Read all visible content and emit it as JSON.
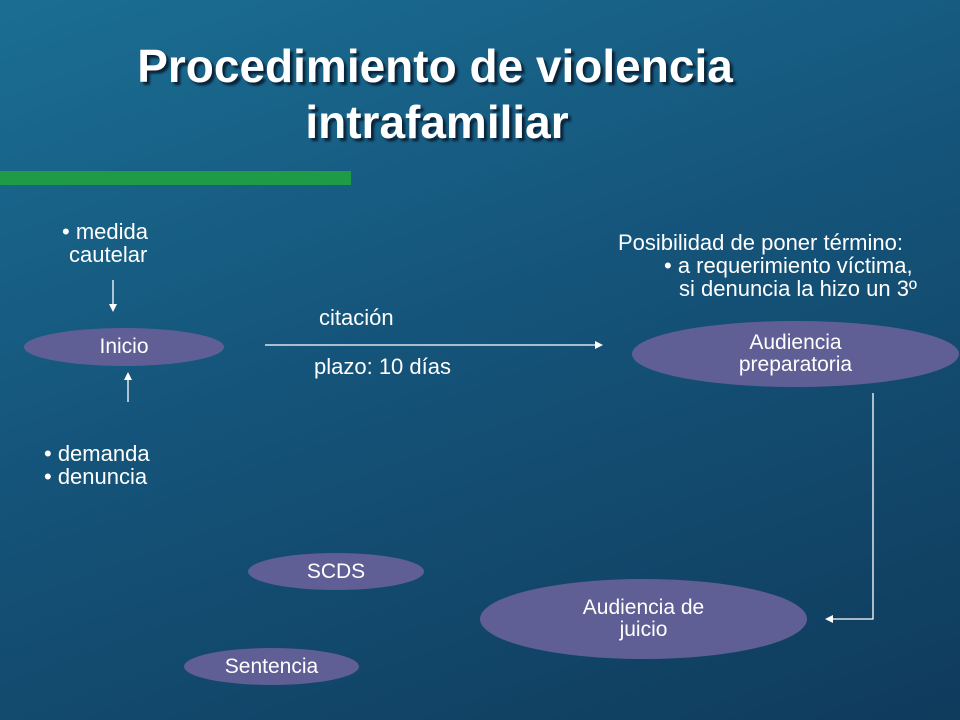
{
  "title": {
    "line1": "Procedimiento de violencia",
    "line2": "intrafamiliar"
  },
  "left_top": {
    "bullet": "• medida",
    "line2": "cautelar"
  },
  "left_bottom": {
    "item1": "• demanda",
    "item2": "• denuncia"
  },
  "arrow_labels": {
    "above": "citación",
    "below": "plazo: 10 días"
  },
  "right_note": {
    "heading": "Posibilidad de poner término:",
    "line1": "• a requerimiento víctima,",
    "line2": "si denuncia la hizo un 3º"
  },
  "nodes": {
    "inicio": "Inicio",
    "audiencia_preparatoria_1": "Audiencia",
    "audiencia_preparatoria_2": "preparatoria",
    "audiencia_juicio_1": "Audiencia de",
    "audiencia_juicio_2": "juicio",
    "scds": "SCDS",
    "sentencia": "Sentencia"
  },
  "colors": {
    "background": "#15547a",
    "node_fill": "#5f5f96",
    "accent_bar": "#1f9a46",
    "text": "#ffffff"
  }
}
